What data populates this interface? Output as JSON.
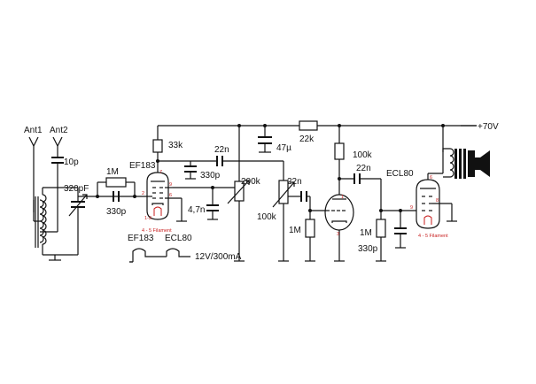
{
  "labels": {
    "ant1": "Ant1",
    "ant2": "Ant2",
    "supply": "+70V",
    "c_10p": "10p",
    "c_320pF": "320pF",
    "r_1M_grid": "1M",
    "c_330p_grid": "330p",
    "tube1_name": "EF183",
    "r_33k": "33k",
    "c_22n_1": "22n",
    "c_330p_anode": "330p",
    "c_47u": "47µ",
    "r_22k": "22k",
    "pot_200k": "200k",
    "c_4_7n": "4,7n",
    "pot_100k": "100k",
    "c_22n_2": "22n",
    "r_1M_grid2": "1M",
    "r_100k": "100k",
    "c_22n_3": "22n",
    "tube2_name": "ECL80",
    "r_1M_grid3": "1M",
    "c_330p_grid3": "330p",
    "heater_tube1": "EF183",
    "heater_tube2": "ECL80",
    "heater_supply": "12V/300mA",
    "filament1": "4 - 5 Filament",
    "filament2": "4 - 5 Filament",
    "pin_1_3": "1-3",
    "pin7": "7",
    "pin2": "2",
    "pin9": "9",
    "pin6": "6",
    "pin1": "1",
    "pin3": "3",
    "pin9b": "9",
    "pin6b": "6",
    "pin8": "8"
  }
}
